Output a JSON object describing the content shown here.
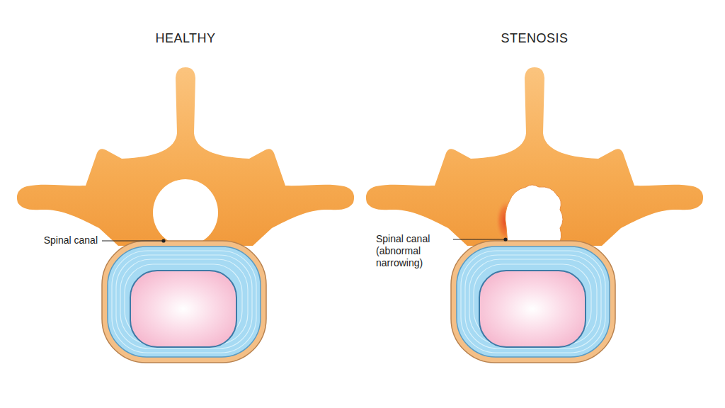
{
  "diagram": {
    "labels": [
      "HEALTHY",
      "STENOSIS",
      "Spinal canal",
      "Spinal canal (abnormal narrowing)"
    ]
  }
}
